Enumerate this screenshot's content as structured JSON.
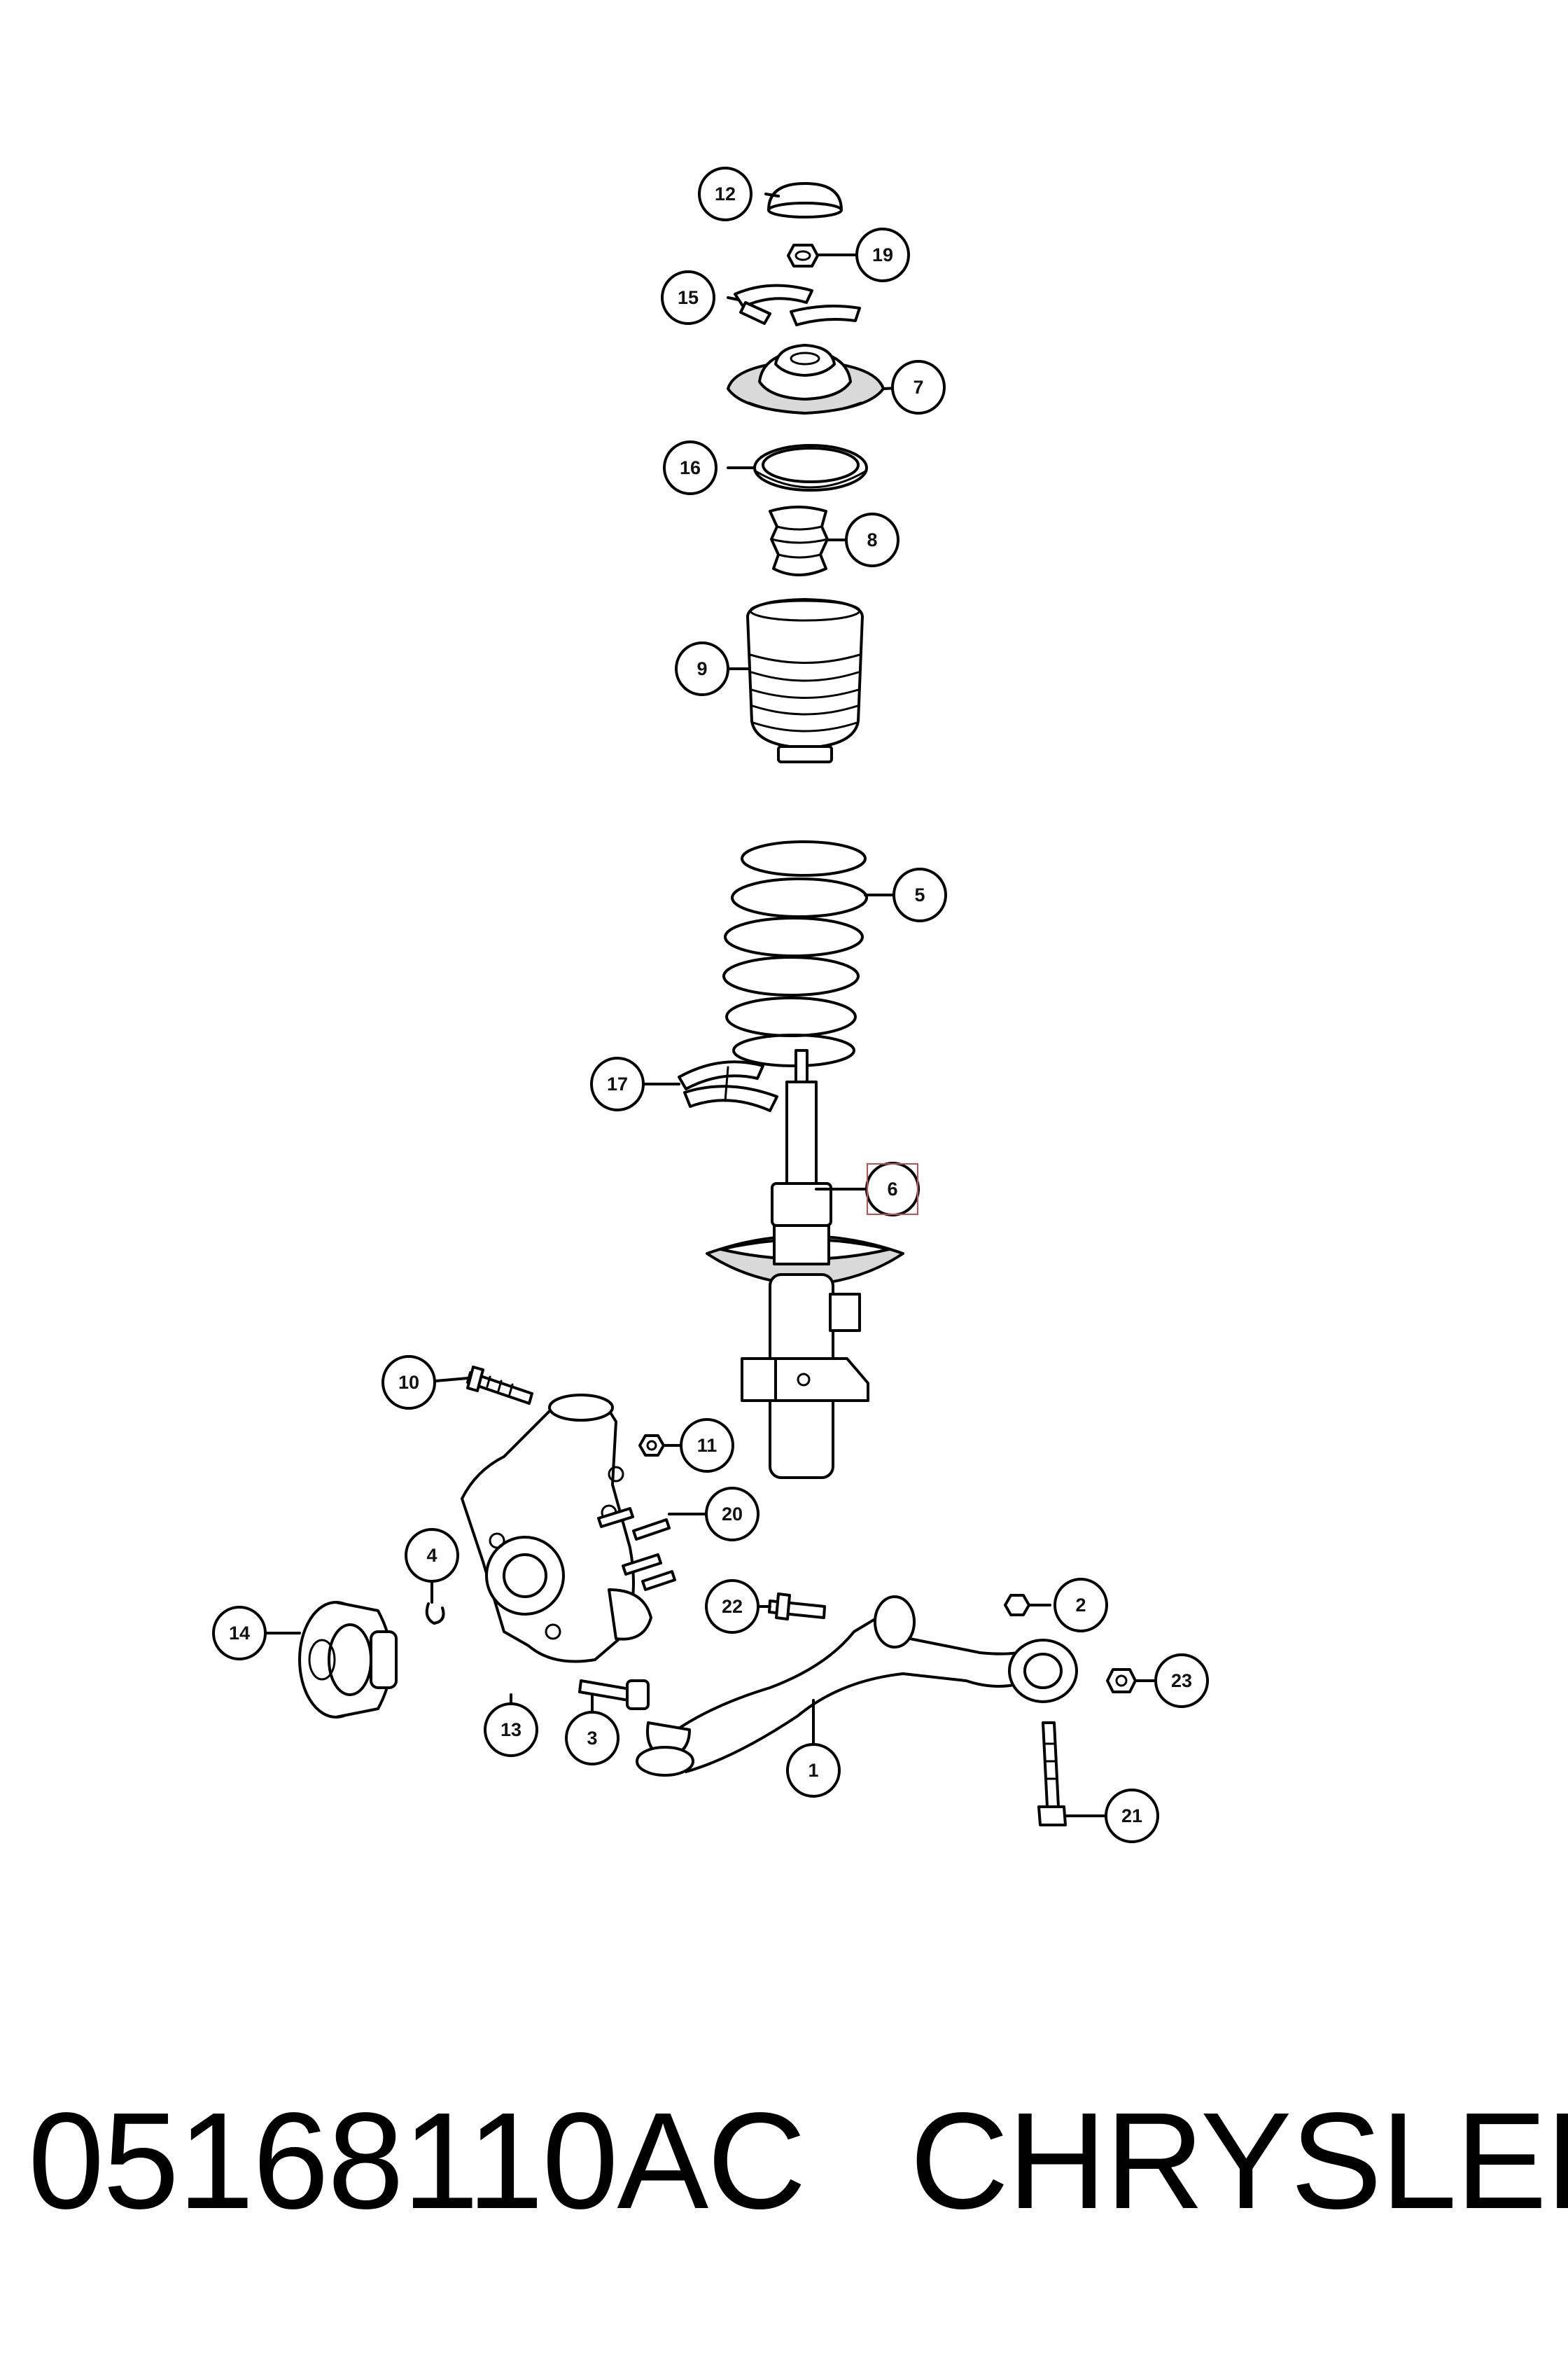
{
  "footer": {
    "part_number": "05168110AC",
    "brand": "CHRYSLER"
  },
  "highlight_color": "#e8a0a8",
  "callouts": [
    {
      "id": "12",
      "label": "12"
    },
    {
      "id": "19",
      "label": "19"
    },
    {
      "id": "15",
      "label": "15"
    },
    {
      "id": "7",
      "label": "7"
    },
    {
      "id": "16",
      "label": "16"
    },
    {
      "id": "8",
      "label": "8"
    },
    {
      "id": "9",
      "label": "9"
    },
    {
      "id": "5",
      "label": "5"
    },
    {
      "id": "17",
      "label": "17"
    },
    {
      "id": "6",
      "label": "6",
      "highlighted": true
    },
    {
      "id": "10",
      "label": "10"
    },
    {
      "id": "11",
      "label": "11"
    },
    {
      "id": "20",
      "label": "20"
    },
    {
      "id": "4",
      "label": "4"
    },
    {
      "id": "22",
      "label": "22"
    },
    {
      "id": "2",
      "label": "2"
    },
    {
      "id": "14",
      "label": "14"
    },
    {
      "id": "23",
      "label": "23"
    },
    {
      "id": "13",
      "label": "13"
    },
    {
      "id": "3",
      "label": "3"
    },
    {
      "id": "1",
      "label": "1"
    },
    {
      "id": "21",
      "label": "21"
    }
  ]
}
